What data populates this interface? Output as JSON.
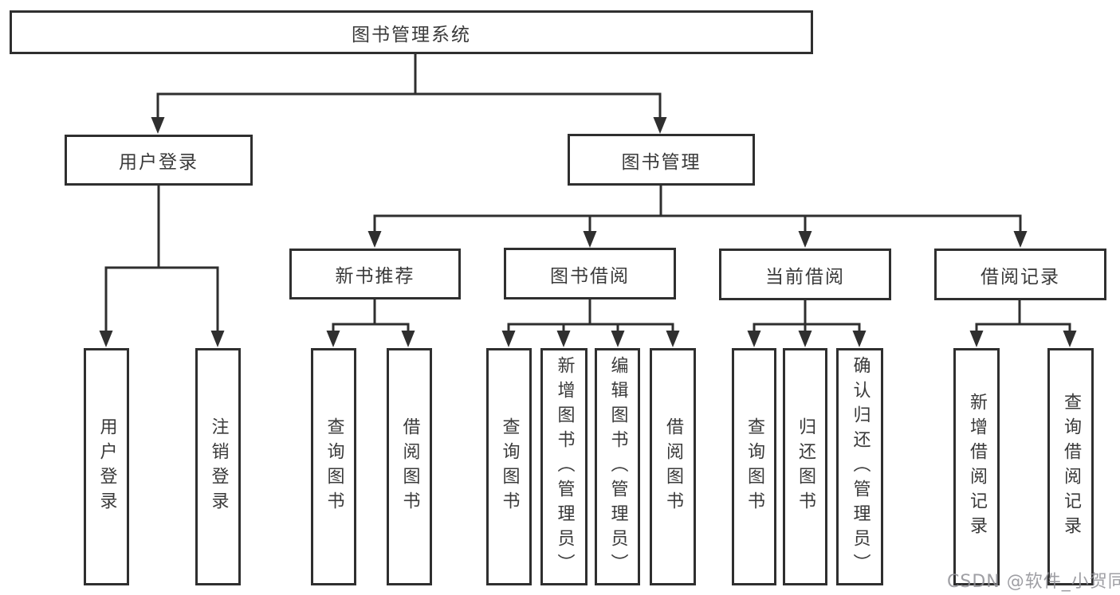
{
  "diagram": {
    "root": {
      "label": "图书管理系统"
    },
    "level2": {
      "user_login": {
        "label": "用户登录"
      },
      "book_mgmt": {
        "label": "图书管理"
      }
    },
    "level3": {
      "new_book_rec": {
        "label": "新书推荐"
      },
      "book_borrow": {
        "label": "图书借阅"
      },
      "current_borrow": {
        "label": "当前借阅"
      },
      "borrow_records": {
        "label": "借阅记录"
      }
    },
    "leaves": {
      "user_login": {
        "label": "用户登录"
      },
      "logout": {
        "label": "注销登录"
      },
      "rec_query_books": {
        "label": "查询图书"
      },
      "rec_borrow_books": {
        "label": "借阅图书"
      },
      "bb_query_books": {
        "label": "查询图书"
      },
      "bb_add_books": {
        "label": "新增图书（管理员）"
      },
      "bb_edit_books": {
        "label": "编辑图书（管理员）"
      },
      "bb_borrow_books": {
        "label": "借阅图书"
      },
      "cb_query_books": {
        "label": "查询图书"
      },
      "cb_return_books": {
        "label": "归还图书"
      },
      "cb_confirm_return": {
        "label": "确认归还（管理员）"
      },
      "br_add_record": {
        "label": "新增借阅记录"
      },
      "br_query_record": {
        "label": "查询借阅记录"
      }
    },
    "watermark": "CSDN @软件_小贺同学",
    "line_color": "#2f2f2f"
  }
}
